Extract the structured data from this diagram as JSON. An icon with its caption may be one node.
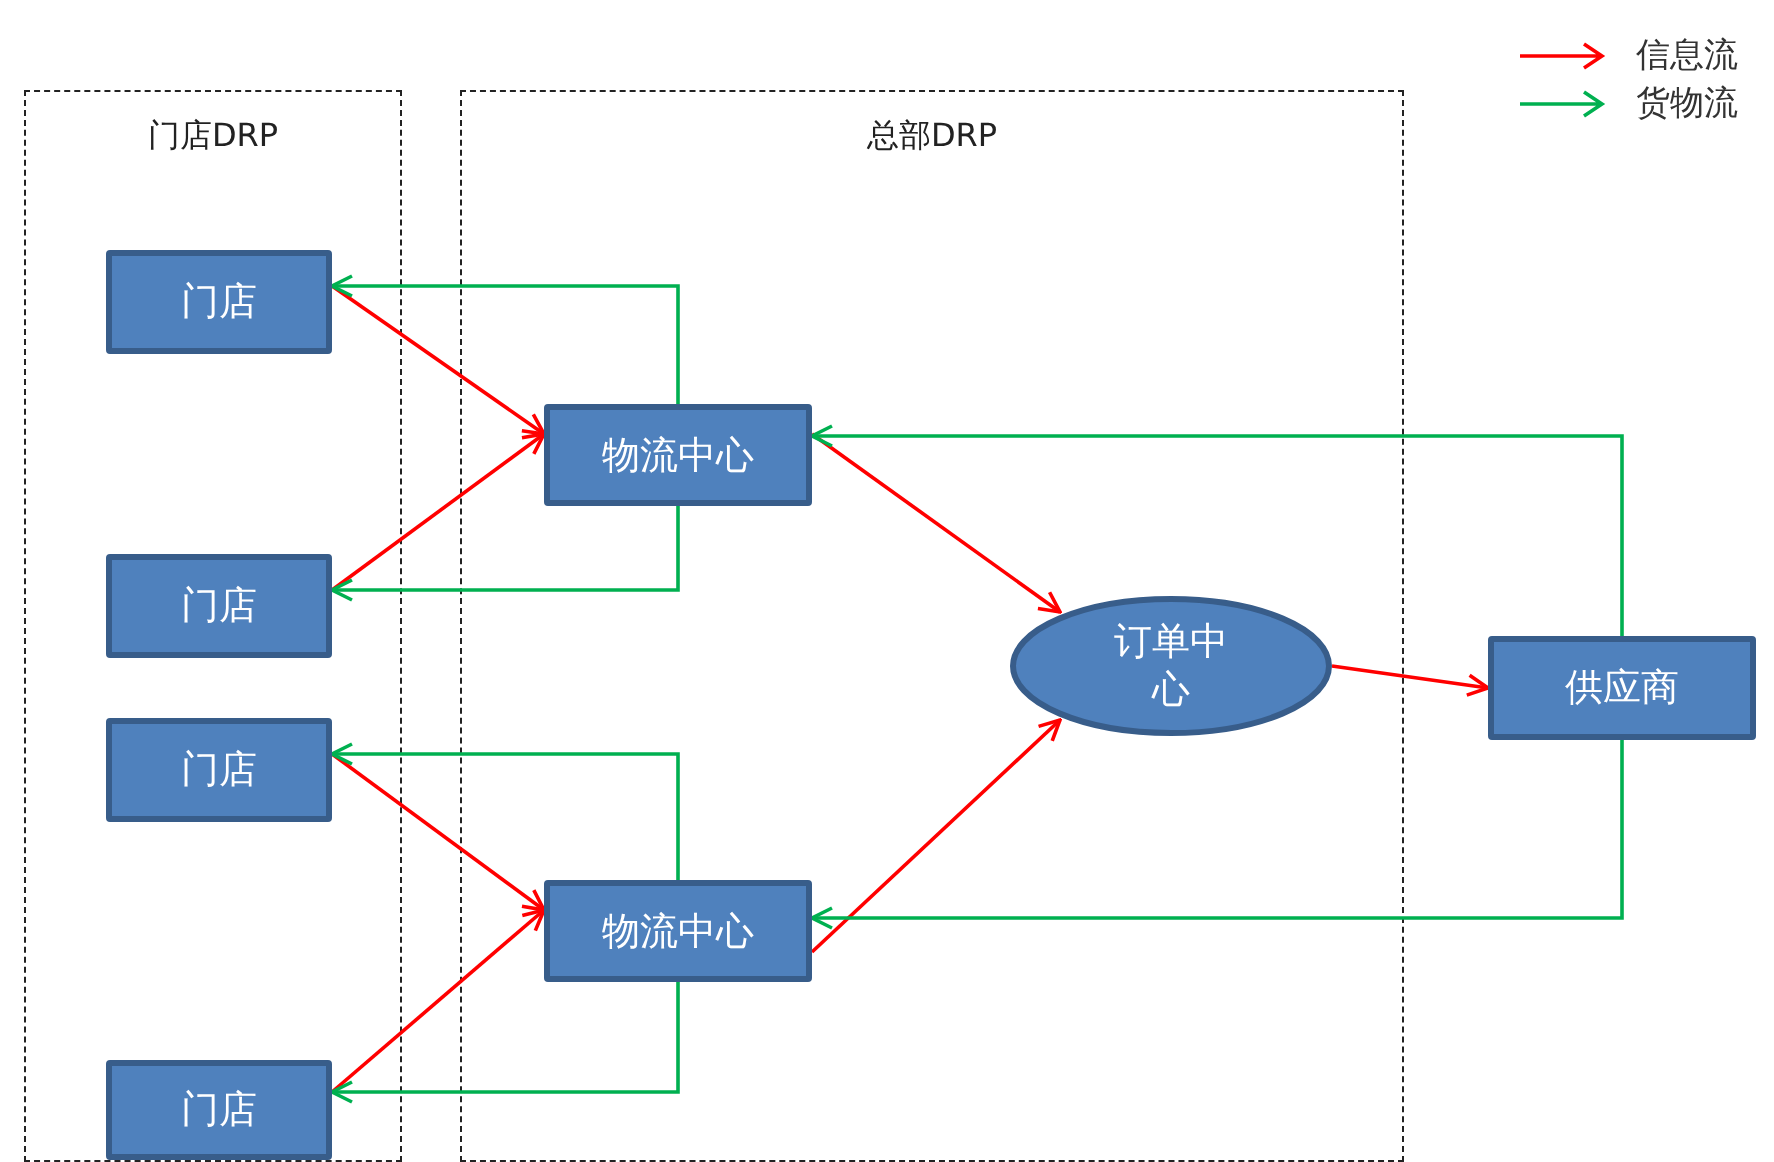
{
  "diagram": {
    "nodes": [
      {
        "text": [
          "门店DRP"
        ]
      },
      {
        "text": [
          "总部DRP"
        ]
      },
      {
        "text": [
          "门店"
        ],
        "in": 0
      },
      {
        "text": [
          "门店"
        ],
        "in": 0
      },
      {
        "text": [
          "门店"
        ],
        "in": 0
      },
      {
        "text": [
          "门店"
        ],
        "in": 0
      },
      {
        "text": [
          "物流中心"
        ],
        "in": 1
      },
      {
        "text": [
          "物流中心"
        ],
        "in": 1
      },
      {
        "text": [
          "订单中心"
        ],
        "in": 1
      },
      {
        "text": [
          "供应商"
        ]
      }
    ],
    "edges": [
      {
        "from": 2,
        "to": 6,
        "arrow": "to"
      },
      {
        "from": 3,
        "to": 6,
        "arrow": "to"
      },
      {
        "from": 6,
        "to": 8,
        "arrow": "to"
      },
      {
        "from": 4,
        "to": 7,
        "arrow": "to"
      },
      {
        "from": 5,
        "to": 7,
        "arrow": "to"
      },
      {
        "from": 7,
        "to": 8,
        "arrow": "to"
      },
      {
        "from": 8,
        "to": 9,
        "arrow": "to"
      },
      {
        "from": 6,
        "to": 2,
        "arrow": "to",
        "color": "#00b050"
      },
      {
        "from": 6,
        "to": 3,
        "arrow": "to",
        "color": "#00b050"
      },
      {
        "from": 9,
        "to": 6,
        "arrow": "to",
        "color": "#00b050"
      },
      {
        "from": 7,
        "to": 4,
        "arrow": "to",
        "color": "#00b050"
      },
      {
        "from": 7,
        "to": 5,
        "arrow": "to",
        "color": "#00b050"
      },
      {
        "from": 9,
        "to": 7,
        "arrow": "to",
        "color": "#00b050"
      }
    ],
    "legend": [
      {
        "text": "信息流"
      },
      {
        "text": "货物流"
      }
    ]
  }
}
